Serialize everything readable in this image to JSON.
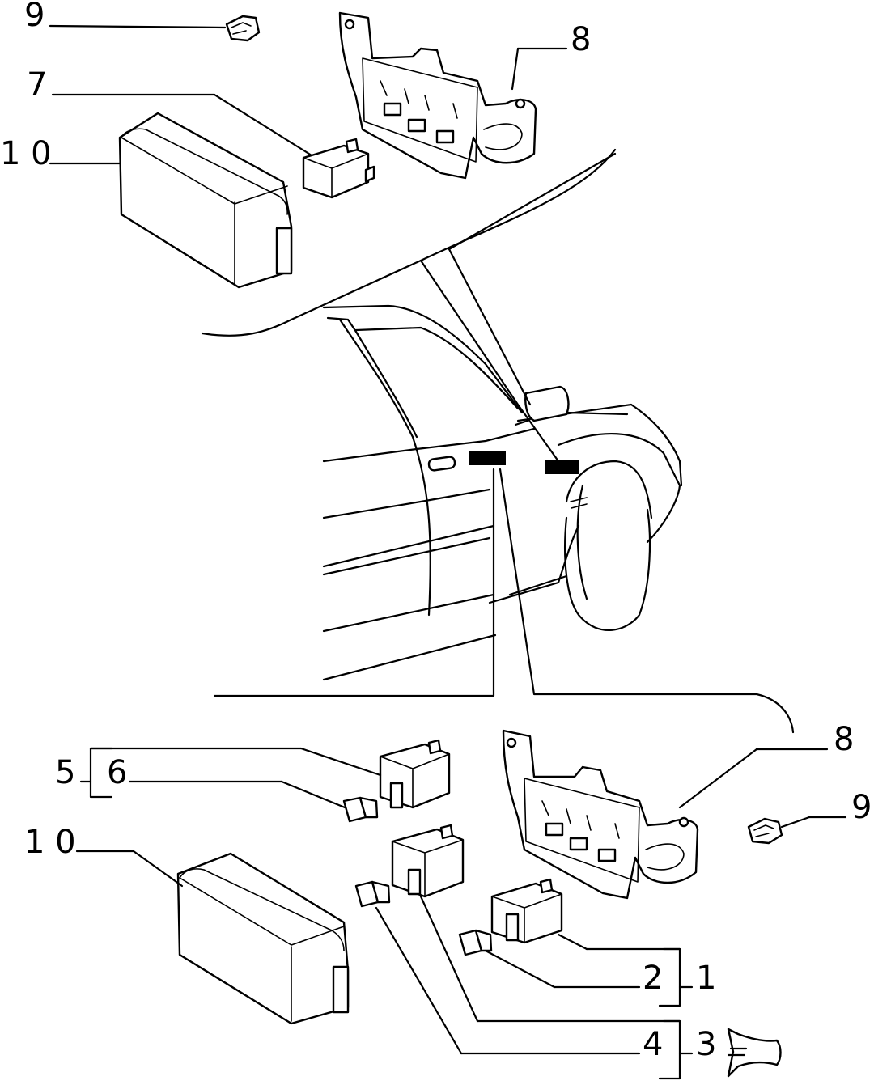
{
  "callouts": {
    "top_clip": "9",
    "top_bracket": "8",
    "top_relay": "7",
    "top_cover": "1 0",
    "mid_bracket": "8",
    "mid_clip": "9",
    "group_5": "5",
    "item_6": "6",
    "bottom_cover": "1 0",
    "item_2": "2",
    "group_1": "1",
    "item_4": "4",
    "group_3": "3"
  },
  "icons": {
    "horn": "horn-icon"
  }
}
